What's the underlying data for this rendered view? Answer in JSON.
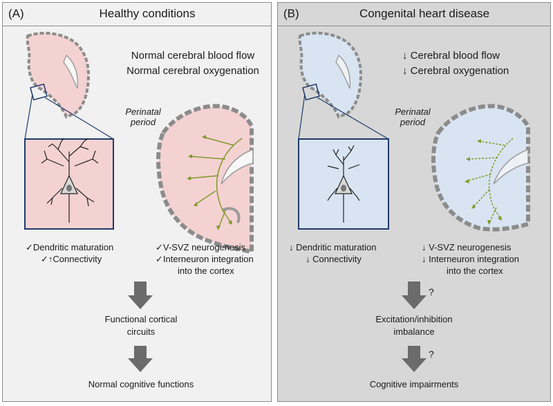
{
  "panel_a": {
    "tag": "(A)",
    "title": "Healthy conditions",
    "flow_line1": "Normal cerebral blood flow",
    "flow_line2": "Normal cerebral oxygenation",
    "perinatal": "Perinatal\nperiod",
    "left_item1": "✓Dendritic maturation",
    "left_item2": "✓↑Connectivity",
    "right_item1": "✓V-SVZ neurogenesis",
    "right_item2": "✓Interneuron integration",
    "right_item3": "into the cortex",
    "result1_line1": "Functional cortical",
    "result1_line2": "circuits",
    "result2": "Normal cognitive functions",
    "colors": {
      "tissue": "#f4d2d2",
      "background": "#f1f1f1"
    }
  },
  "panel_b": {
    "tag": "(B)",
    "title": "Congenital heart disease",
    "flow_line1": "↓ Cerebral blood flow",
    "flow_line2": "↓ Cerebral oxygenation",
    "perinatal": "Perinatal\nperiod",
    "left_item1": "↓   Dendritic maturation",
    "left_item2": "↓   Connectivity",
    "right_item1": "↓   V-SVZ neurogenesis",
    "right_item2": "↓   Interneuron integration",
    "right_item3": "into the cortex",
    "question1": "?",
    "question2": "?",
    "result1_line1": "Excitation/inhibition",
    "result1_line2": "imbalance",
    "result2": "Cognitive impairments",
    "colors": {
      "tissue": "#d8e4f2",
      "background": "#d7d7d7"
    }
  }
}
